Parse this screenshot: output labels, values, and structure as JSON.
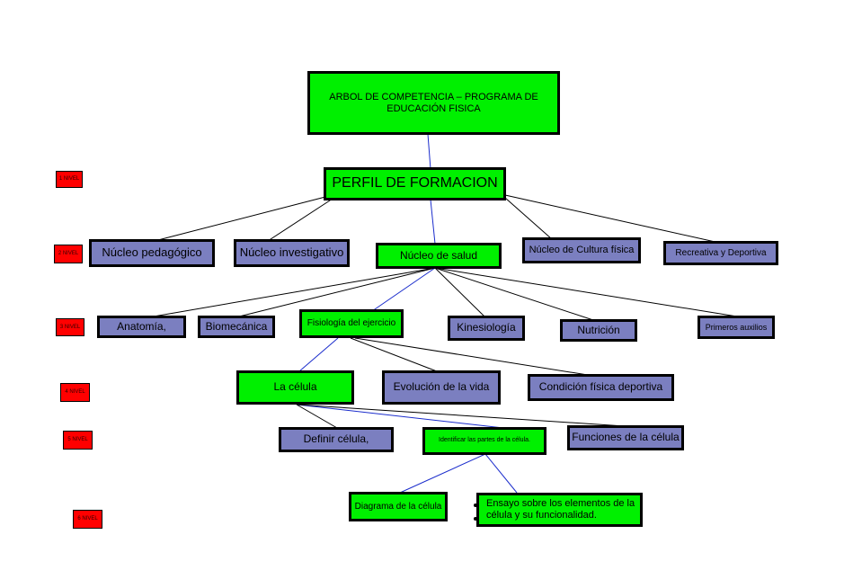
{
  "diagram": {
    "title": "ARBOL DE COMPETENCIA – PROGRAMA DE EDUCACIÓN FISICA",
    "root": "PERFIL DE FORMACION",
    "level2": {
      "pedagogico": "Núcleo pedagógico",
      "investigativo": "Núcleo investigativo",
      "salud": "Núcleo de salud",
      "cultura": "Núcleo de Cultura física",
      "recreativa": "Recreativa y  Deportiva"
    },
    "level3": {
      "anatomia": "Anatomía,",
      "biomecanica": "Biomecánica",
      "fisiologia": "Fisiología del ejercicio",
      "kinesiologia": "Kinesiología",
      "nutricion": "Nutrición",
      "primeros": "Primeros auxilios"
    },
    "level4": {
      "celula": "La célula",
      "evolucion": "Evolución de la vida",
      "condicion": "Condición física deportiva"
    },
    "level5": {
      "definir": "Definir célula,",
      "identificar": "Identificar las partes de la célula.",
      "funciones": "Funciones de la célula"
    },
    "level6": {
      "diagrama": "Diagrama de la célula",
      "ensayo": "Ensayo sobre los elementos de la célula  y su funcionalidad."
    },
    "levels": [
      "1 NIVEL",
      "2 NIVEL",
      "3 NIVEL",
      "4 NIVEL",
      "5 NIVEL",
      "6 NIVEL"
    ],
    "colors": {
      "green": "#00f000",
      "blue": "#7b7fc0",
      "red": "#ff0000",
      "line_black": "#000000",
      "line_blue": "#1a2ccc"
    }
  }
}
